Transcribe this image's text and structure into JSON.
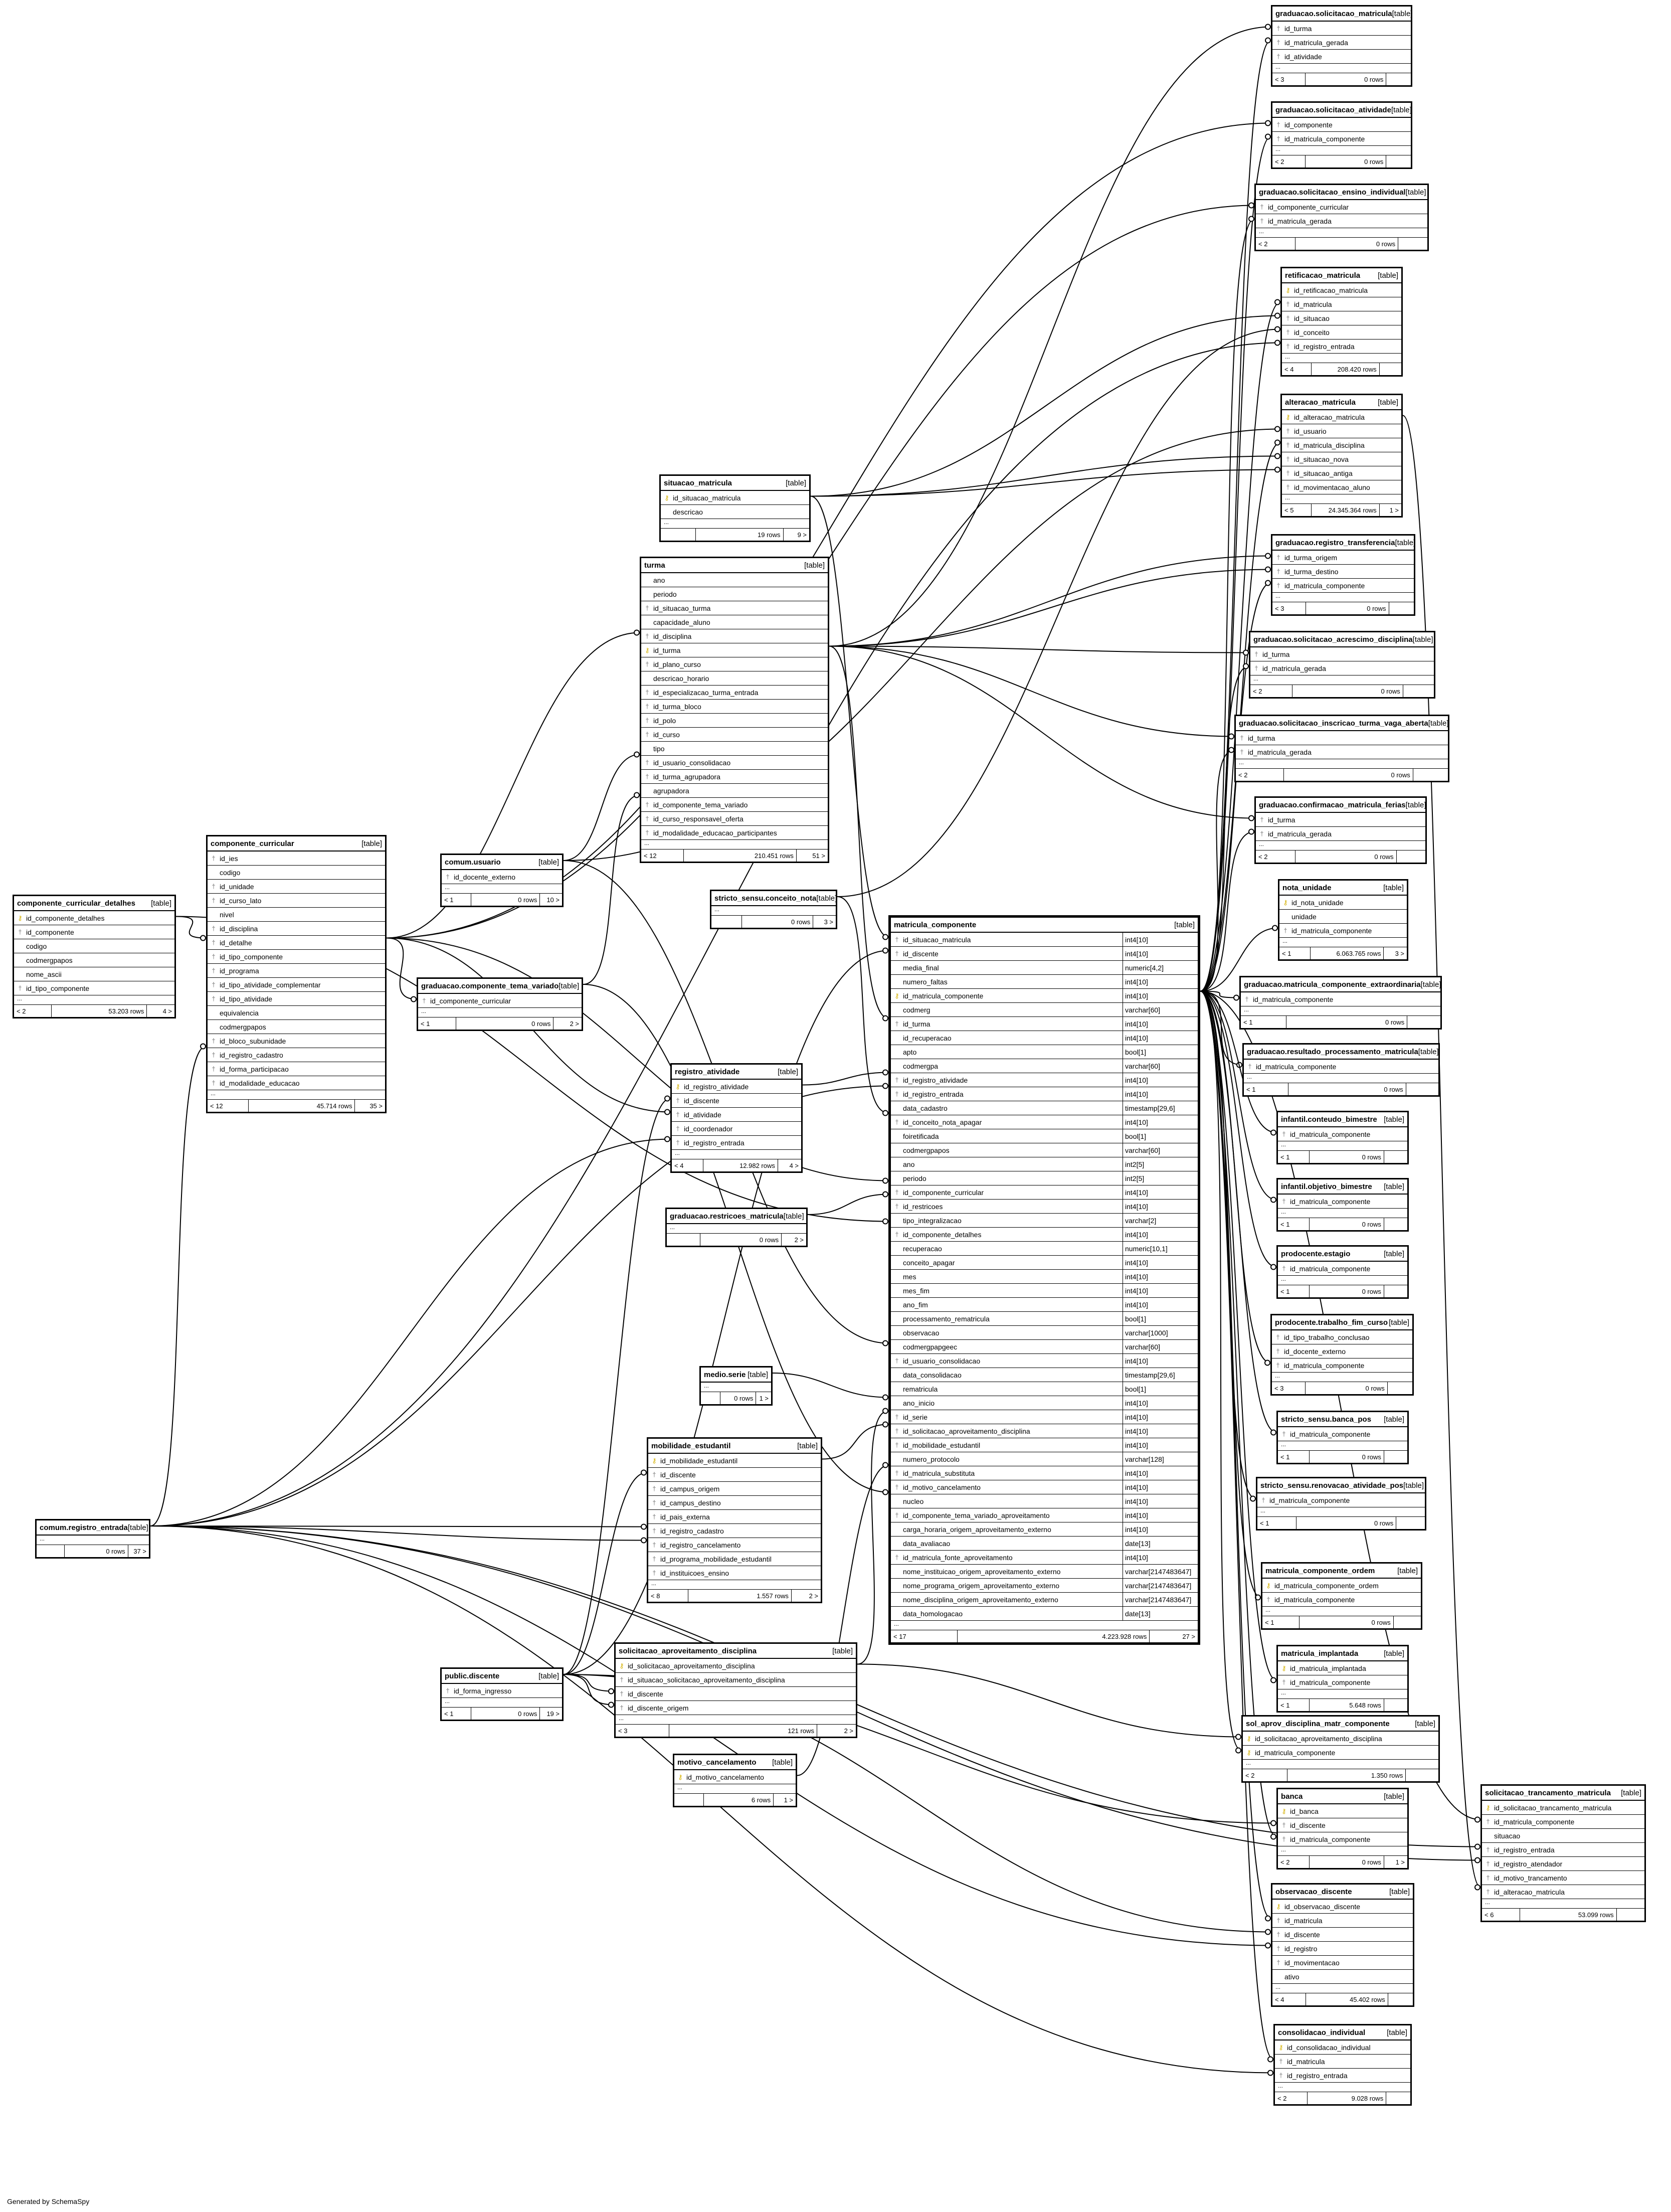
{
  "credit": "Generated by SchemaSpy",
  "table_tag": "[table]",
  "tables": [
    {
      "name": "graduacao.solicitacao_matricula",
      "cols": [
        [
          "fk",
          "id_turma"
        ],
        [
          "fk",
          "id_matricula_gerada"
        ],
        [
          "fk",
          "id_atividade"
        ]
      ],
      "footer": [
        "< 3",
        "0 rows",
        ""
      ]
    },
    {
      "name": "graduacao.solicitacao_atividade",
      "cols": [
        [
          "fk",
          "id_componente"
        ],
        [
          "fk",
          "id_matricula_componente"
        ]
      ],
      "footer": [
        "< 2",
        "0 rows",
        ""
      ]
    },
    {
      "name": "graduacao.solicitacao_ensino_individual",
      "cols": [
        [
          "fk",
          "id_componente_curricular"
        ],
        [
          "fk",
          "id_matricula_gerada"
        ]
      ],
      "footer": [
        "< 2",
        "0 rows",
        ""
      ]
    },
    {
      "name": "retificacao_matricula",
      "cols": [
        [
          "pk",
          "id_retificacao_matricula"
        ],
        [
          "fk",
          "id_matricula"
        ],
        [
          "fk",
          "id_situacao"
        ],
        [
          "fk",
          "id_conceito"
        ],
        [
          "fk",
          "id_registro_entrada"
        ]
      ],
      "footer": [
        "< 4",
        "208.420 rows",
        ""
      ]
    },
    {
      "name": "alteracao_matricula",
      "cols": [
        [
          "pk",
          "id_alteracao_matricula"
        ],
        [
          "fk",
          "id_usuario"
        ],
        [
          "fk",
          "id_matricula_disciplina"
        ],
        [
          "fk",
          "id_situacao_nova"
        ],
        [
          "fk",
          "id_situacao_antiga"
        ],
        [
          "fk",
          "id_movimentacao_aluno"
        ]
      ],
      "footer": [
        "< 5",
        "24.345.364 rows",
        "1 >"
      ]
    },
    {
      "name": "graduacao.registro_transferencia",
      "cols": [
        [
          "fk",
          "id_turma_origem"
        ],
        [
          "fk",
          "id_turma_destino"
        ],
        [
          "fk",
          "id_matricula_componente"
        ]
      ],
      "footer": [
        "< 3",
        "0 rows",
        ""
      ]
    },
    {
      "name": "graduacao.solicitacao_acrescimo_disciplina",
      "cols": [
        [
          "fk",
          "id_turma"
        ],
        [
          "fk",
          "id_matricula_gerada"
        ]
      ],
      "footer": [
        "< 2",
        "0 rows",
        ""
      ]
    },
    {
      "name": "graduacao.solicitacao_inscricao_turma_vaga_aberta",
      "cols": [
        [
          "fk",
          "id_turma"
        ],
        [
          "fk",
          "id_matricula_gerada"
        ]
      ],
      "footer": [
        "< 2",
        "0 rows",
        ""
      ]
    },
    {
      "name": "graduacao.confirmacao_matricula_ferias",
      "cols": [
        [
          "fk",
          "id_turma"
        ],
        [
          "fk",
          "id_matricula_gerada"
        ]
      ],
      "footer": [
        "< 2",
        "0 rows",
        ""
      ]
    },
    {
      "name": "nota_unidade",
      "cols": [
        [
          "pk",
          "id_nota_unidade"
        ],
        [
          "",
          "unidade"
        ],
        [
          "fk",
          "id_matricula_componente"
        ]
      ],
      "footer": [
        "< 1",
        "6.063.765 rows",
        "3 >"
      ]
    },
    {
      "name": "graduacao.matricula_componente_extraordinaria",
      "cols": [
        [
          "fk",
          "id_matricula_componente"
        ]
      ],
      "footer": [
        "< 1",
        "0 rows",
        ""
      ]
    },
    {
      "name": "graduacao.resultado_processamento_matricula",
      "cols": [
        [
          "fk",
          "id_matricula_componente"
        ]
      ],
      "footer": [
        "< 1",
        "0 rows",
        ""
      ]
    },
    {
      "name": "infantil.conteudo_bimestre",
      "cols": [
        [
          "fk",
          "id_matricula_componente"
        ]
      ],
      "footer": [
        "< 1",
        "0 rows",
        ""
      ]
    },
    {
      "name": "infantil.objetivo_bimestre",
      "cols": [
        [
          "fk",
          "id_matricula_componente"
        ]
      ],
      "footer": [
        "< 1",
        "0 rows",
        ""
      ]
    },
    {
      "name": "prodocente.estagio",
      "cols": [
        [
          "fk",
          "id_matricula_componente"
        ]
      ],
      "footer": [
        "< 1",
        "0 rows",
        ""
      ]
    },
    {
      "name": "prodocente.trabalho_fim_curso",
      "cols": [
        [
          "fk",
          "id_tipo_trabalho_conclusao"
        ],
        [
          "fk",
          "id_docente_externo"
        ],
        [
          "fk",
          "id_matricula_componente"
        ]
      ],
      "footer": [
        "< 3",
        "0 rows",
        ""
      ]
    },
    {
      "name": "stricto_sensu.banca_pos",
      "cols": [
        [
          "fk",
          "id_matricula_componente"
        ]
      ],
      "footer": [
        "< 1",
        "0 rows",
        ""
      ]
    },
    {
      "name": "stricto_sensu.renovacao_atividade_pos",
      "cols": [
        [
          "fk",
          "id_matricula_componente"
        ]
      ],
      "footer": [
        "< 1",
        "0 rows",
        ""
      ]
    },
    {
      "name": "matricula_componente_ordem",
      "cols": [
        [
          "pk",
          "id_matricula_componente_ordem"
        ],
        [
          "fk",
          "id_matricula_componente"
        ]
      ],
      "footer": [
        "< 1",
        "0 rows",
        ""
      ]
    },
    {
      "name": "matricula_implantada",
      "cols": [
        [
          "pk",
          "id_matricula_implantada"
        ],
        [
          "fk",
          "id_matricula_componente"
        ]
      ],
      "footer": [
        "< 1",
        "5.648 rows",
        ""
      ]
    },
    {
      "name": "sol_aprov_disciplina_matr_componente",
      "cols": [
        [
          "pk",
          "id_solicitacao_aproveitamento_disciplina"
        ],
        [
          "pk",
          "id_matricula_componente"
        ]
      ],
      "footer": [
        "< 2",
        "1.350 rows",
        ""
      ]
    },
    {
      "name": "banca",
      "cols": [
        [
          "pk",
          "id_banca"
        ],
        [
          "fk",
          "id_discente"
        ],
        [
          "fk",
          "id_matricula_componente"
        ]
      ],
      "footer": [
        "< 2",
        "0 rows",
        "1 >"
      ]
    },
    {
      "name": "observacao_discente",
      "cols": [
        [
          "pk",
          "id_observacao_discente"
        ],
        [
          "fk",
          "id_matricula"
        ],
        [
          "fk",
          "id_discente"
        ],
        [
          "fk",
          "id_registro"
        ],
        [
          "fk",
          "id_movimentacao"
        ],
        [
          "",
          "ativo"
        ]
      ],
      "footer": [
        "< 4",
        "45.402 rows",
        ""
      ]
    },
    {
      "name": "consolidacao_individual",
      "cols": [
        [
          "pk",
          "id_consolidacao_individual"
        ],
        [
          "fk",
          "id_matricula"
        ],
        [
          "fk",
          "id_registro_entrada"
        ]
      ],
      "footer": [
        "< 2",
        "9.028 rows",
        ""
      ]
    },
    {
      "name": "solicitacao_trancamento_matricula",
      "cols": [
        [
          "pk",
          "id_solicitacao_trancamento_matricula"
        ],
        [
          "fk",
          "id_matricula_componente"
        ],
        [
          "",
          "situacao"
        ],
        [
          "fk",
          "id_registro_entrada"
        ],
        [
          "fk",
          "id_registro_atendador"
        ],
        [
          "fk",
          "id_motivo_trancamento"
        ],
        [
          "fk",
          "id_alteracao_matricula"
        ]
      ],
      "footer": [
        "< 6",
        "53.099 rows",
        ""
      ]
    },
    {
      "name": "situacao_matricula",
      "cols": [
        [
          "pk",
          "id_situacao_matricula"
        ],
        [
          "",
          "descricao"
        ]
      ],
      "footer": [
        "",
        "19 rows",
        "9 >"
      ]
    },
    {
      "name": "turma",
      "cols": [
        [
          "",
          "ano"
        ],
        [
          "",
          "periodo"
        ],
        [
          "fk",
          "id_situacao_turma"
        ],
        [
          "",
          "capacidade_aluno"
        ],
        [
          "fk",
          "id_disciplina"
        ],
        [
          "pk",
          "id_turma"
        ],
        [
          "fk",
          "id_plano_curso"
        ],
        [
          "",
          "descricao_horario"
        ],
        [
          "fk",
          "id_especializacao_turma_entrada"
        ],
        [
          "fk",
          "id_turma_bloco"
        ],
        [
          "fk",
          "id_polo"
        ],
        [
          "fk",
          "id_curso"
        ],
        [
          "",
          "tipo"
        ],
        [
          "fk",
          "id_usuario_consolidacao"
        ],
        [
          "fk",
          "id_turma_agrupadora"
        ],
        [
          "",
          "agrupadora"
        ],
        [
          "fk",
          "id_componente_tema_variado"
        ],
        [
          "fk",
          "id_curso_responsavel_oferta"
        ],
        [
          "fk",
          "id_modalidade_educacao_participantes"
        ]
      ],
      "footer": [
        "< 12",
        "210.451 rows",
        "51 >"
      ]
    },
    {
      "name": "stricto_sensu.conceito_nota",
      "cols": [],
      "footer": [
        "",
        "0 rows",
        "3 >"
      ]
    },
    {
      "name": "comum.usuario",
      "cols": [
        [
          "fk",
          "id_docente_externo"
        ]
      ],
      "footer": [
        "< 1",
        "0 rows",
        "10 >"
      ]
    },
    {
      "name": "componente_curricular",
      "cols": [
        [
          "fk",
          "id_ies"
        ],
        [
          "",
          "codigo"
        ],
        [
          "fk",
          "id_unidade"
        ],
        [
          "fk",
          "id_curso_lato"
        ],
        [
          "",
          "nivel"
        ],
        [
          "fk",
          "id_disciplina"
        ],
        [
          "fk",
          "id_detalhe"
        ],
        [
          "fk",
          "id_tipo_componente"
        ],
        [
          "fk",
          "id_programa"
        ],
        [
          "fk",
          "id_tipo_atividade_complementar"
        ],
        [
          "fk",
          "id_tipo_atividade"
        ],
        [
          "",
          "equivalencia"
        ],
        [
          "",
          "codmergpapos"
        ],
        [
          "fk",
          "id_bloco_subunidade"
        ],
        [
          "fk",
          "id_registro_cadastro"
        ],
        [
          "fk",
          "id_forma_participacao"
        ],
        [
          "fk",
          "id_modalidade_educacao"
        ]
      ],
      "footer": [
        "< 12",
        "45.714 rows",
        "35 >"
      ]
    },
    {
      "name": "componente_curricular_detalhes",
      "cols": [
        [
          "pk",
          "id_componente_detalhes"
        ],
        [
          "fk",
          "id_componente"
        ],
        [
          "",
          "codigo"
        ],
        [
          "",
          "codmergpapos"
        ],
        [
          "",
          "nome_ascii"
        ],
        [
          "fk",
          "id_tipo_componente"
        ]
      ],
      "footer": [
        "< 2",
        "53.203 rows",
        "4 >"
      ]
    },
    {
      "name": "graduacao.componente_tema_variado",
      "cols": [
        [
          "fk",
          "id_componente_curricular"
        ]
      ],
      "footer": [
        "< 1",
        "0 rows",
        "2 >"
      ]
    },
    {
      "name": "registro_atividade",
      "cols": [
        [
          "pk",
          "id_registro_atividade"
        ],
        [
          "fk",
          "id_discente"
        ],
        [
          "fk",
          "id_atividade"
        ],
        [
          "fk",
          "id_coordenador"
        ],
        [
          "fk",
          "id_registro_entrada"
        ]
      ],
      "footer": [
        "< 4",
        "12.982 rows",
        "4 >"
      ]
    },
    {
      "name": "graduacao.restricoes_matricula",
      "cols": [],
      "footer": [
        "",
        "0 rows",
        "2 >"
      ]
    },
    {
      "name": "medio.serie",
      "cols": [],
      "footer": [
        "",
        "0 rows",
        "1 >"
      ]
    },
    {
      "name": "mobilidade_estudantil",
      "cols": [
        [
          "pk",
          "id_mobilidade_estudantil"
        ],
        [
          "fk",
          "id_discente"
        ],
        [
          "fk",
          "id_campus_origem"
        ],
        [
          "fk",
          "id_campus_destino"
        ],
        [
          "fk",
          "id_pais_externa"
        ],
        [
          "fk",
          "id_registro_cadastro"
        ],
        [
          "fk",
          "id_registro_cancelamento"
        ],
        [
          "fk",
          "id_programa_mobilidade_estudantil"
        ],
        [
          "fk",
          "id_instituicoes_ensino"
        ]
      ],
      "footer": [
        "< 8",
        "1.557 rows",
        "2 >"
      ]
    },
    {
      "name": "comum.registro_entrada",
      "cols": [],
      "footer": [
        "",
        "0 rows",
        "37 >"
      ]
    },
    {
      "name": "public.discente",
      "cols": [
        [
          "fk",
          "id_forma_ingresso"
        ]
      ],
      "footer": [
        "< 1",
        "0 rows",
        "19 >"
      ]
    },
    {
      "name": "solicitacao_aproveitamento_disciplina",
      "cols": [
        [
          "pk",
          "id_solicitacao_aproveitamento_disciplina"
        ],
        [
          "fk",
          "id_situacao_solicitacao_aproveitamento_disciplina"
        ],
        [
          "fk",
          "id_discente"
        ],
        [
          "fk",
          "id_discente_origem"
        ]
      ],
      "footer": [
        "< 3",
        "121 rows",
        "2 >"
      ]
    },
    {
      "name": "motivo_cancelamento",
      "cols": [
        [
          "pk",
          "id_motivo_cancelamento"
        ]
      ],
      "footer": [
        "",
        "6 rows",
        "1 >"
      ]
    },
    {
      "name": "matricula_componente",
      "cols": [
        [
          "fk",
          "id_situacao_matricula",
          "int4[10]"
        ],
        [
          "fk",
          "id_discente",
          "int4[10]"
        ],
        [
          "",
          "media_final",
          "numeric[4,2]"
        ],
        [
          "",
          "numero_faltas",
          "int4[10]"
        ],
        [
          "pk",
          "id_matricula_componente",
          "int4[10]"
        ],
        [
          "",
          "codmerg",
          "varchar[60]"
        ],
        [
          "fk",
          "id_turma",
          "int4[10]"
        ],
        [
          "",
          "id_recuperacao",
          "int4[10]"
        ],
        [
          "",
          "apto",
          "bool[1]"
        ],
        [
          "",
          "codmergpa",
          "varchar[60]"
        ],
        [
          "fk",
          "id_registro_atividade",
          "int4[10]"
        ],
        [
          "fk",
          "id_registro_entrada",
          "int4[10]"
        ],
        [
          "",
          "data_cadastro",
          "timestamp[29,6]"
        ],
        [
          "fk",
          "id_conceito_nota_apagar",
          "int4[10]"
        ],
        [
          "",
          "foiretificada",
          "bool[1]"
        ],
        [
          "",
          "codmergpapos",
          "varchar[60]"
        ],
        [
          "",
          "ano",
          "int2[5]"
        ],
        [
          "",
          "periodo",
          "int2[5]"
        ],
        [
          "fk",
          "id_componente_curricular",
          "int4[10]"
        ],
        [
          "fk",
          "id_restricoes",
          "int4[10]"
        ],
        [
          "",
          "tipo_integralizacao",
          "varchar[2]"
        ],
        [
          "fk",
          "id_componente_detalhes",
          "int4[10]"
        ],
        [
          "",
          "recuperacao",
          "numeric[10,1]"
        ],
        [
          "",
          "conceito_apagar",
          "int4[10]"
        ],
        [
          "",
          "mes",
          "int4[10]"
        ],
        [
          "",
          "mes_fim",
          "int4[10]"
        ],
        [
          "",
          "ano_fim",
          "int4[10]"
        ],
        [
          "",
          "processamento_rematricula",
          "bool[1]"
        ],
        [
          "",
          "observacao",
          "varchar[1000]"
        ],
        [
          "",
          "codmergpapgeec",
          "varchar[60]"
        ],
        [
          "fk",
          "id_usuario_consolidacao",
          "int4[10]"
        ],
        [
          "",
          "data_consolidacao",
          "timestamp[29,6]"
        ],
        [
          "",
          "rematricula",
          "bool[1]"
        ],
        [
          "",
          "ano_inicio",
          "int4[10]"
        ],
        [
          "fk",
          "id_serie",
          "int4[10]"
        ],
        [
          "fk",
          "id_solicitacao_aproveitamento_disciplina",
          "int4[10]"
        ],
        [
          "fk",
          "id_mobilidade_estudantil",
          "int4[10]"
        ],
        [
          "",
          "numero_protocolo",
          "varchar[128]"
        ],
        [
          "fk",
          "id_matricula_substituta",
          "int4[10]"
        ],
        [
          "fk",
          "id_motivo_cancelamento",
          "int4[10]"
        ],
        [
          "",
          "nucleo",
          "int4[10]"
        ],
        [
          "fk",
          "id_componente_tema_variado_aproveitamento",
          "int4[10]"
        ],
        [
          "",
          "carga_horaria_origem_aproveitamento_externo",
          "int4[10]"
        ],
        [
          "",
          "data_avaliacao",
          "date[13]"
        ],
        [
          "fk",
          "id_matricula_fonte_aproveitamento",
          "int4[10]"
        ],
        [
          "",
          "nome_instituicao_origem_aproveitamento_externo",
          "varchar[2147483647]"
        ],
        [
          "",
          "nome_programa_origem_aproveitamento_externo",
          "varchar[2147483647]"
        ],
        [
          "",
          "nome_disciplina_origem_aproveitamento_externo",
          "varchar[2147483647]"
        ],
        [
          "",
          "data_homologacao",
          "date[13]"
        ]
      ],
      "footer": [
        "< 17",
        "4.223.928 rows",
        "27 >"
      ]
    }
  ]
}
